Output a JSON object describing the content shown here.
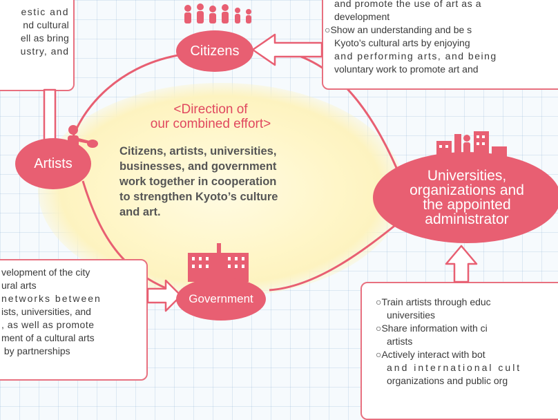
{
  "center": {
    "title_line1": "<Direction of",
    "title_line2": "our combined effort>",
    "body_lines": [
      "Citizens, artists, universities,",
      "businesses, and government",
      "work together in cooperation",
      "to strengthen Kyoto’s culture",
      "and art."
    ]
  },
  "nodes": {
    "citizens": "Citizens",
    "artists": "Artists",
    "government": "Government",
    "universities_lines": [
      "Universities,",
      "organizations and",
      "the appointed",
      "administrator"
    ]
  },
  "boxes": {
    "artists_box": [
      "estic and",
      "nd cultural",
      "ell as bring",
      "ustry, and"
    ],
    "citizens_box": [
      "and promote the use of art as a",
      "development",
      "○Show an understanding and be s",
      "Kyoto’s cultural arts by enjoying",
      "and performing arts, and being",
      "voluntary work to promote art and"
    ],
    "government_box": [
      "velopment of the city",
      "ural arts",
      "networks between",
      "ists, universities, and",
      ", as well as promote",
      "ment of a cultural arts",
      " by partnerships"
    ],
    "universities_box": [
      "○Train artists through educ",
      "universities",
      "○Share information with ci",
      "artists",
      "○Actively interact with bot",
      "and international cult",
      "organizations and public org"
    ]
  },
  "colors": {
    "accent": "#e85f72",
    "glow": "#fff6c8",
    "center_title": "#e0485f"
  }
}
